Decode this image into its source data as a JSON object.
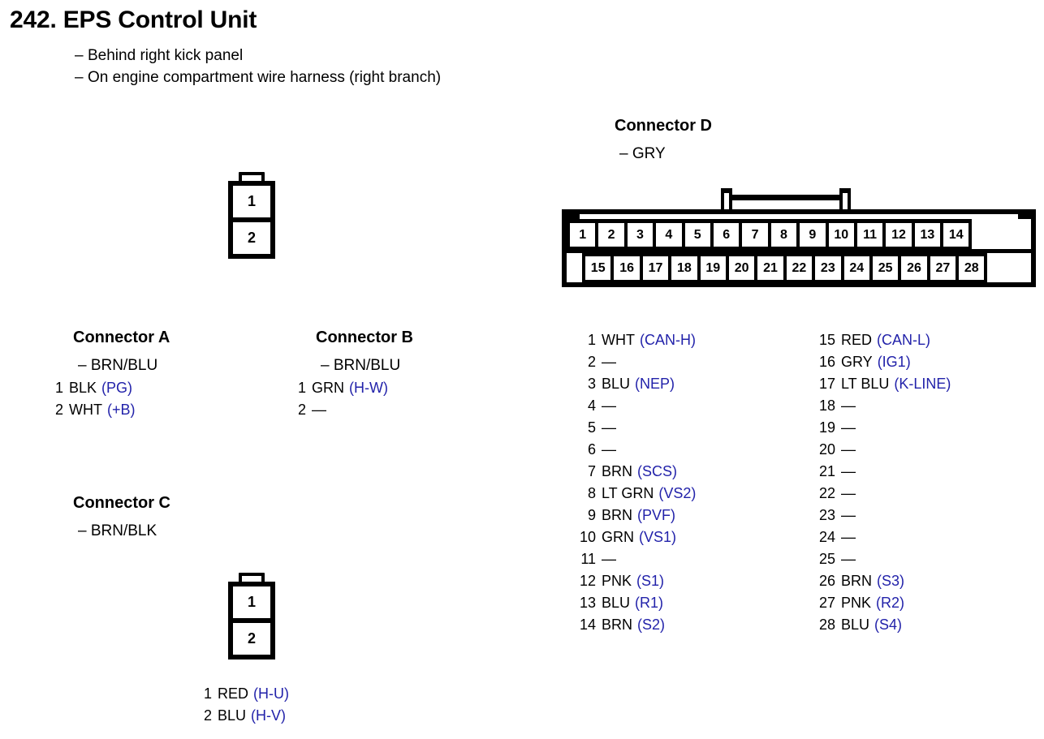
{
  "header": {
    "title": "242. EPS Control Unit",
    "notes": [
      "Behind right kick panel",
      "On engine compartment wire harness (right branch)"
    ]
  },
  "colors": {
    "signal": "#2222aa",
    "text": "#000000",
    "background": "#ffffff"
  },
  "connectors": {
    "a": {
      "heading": "Connector A",
      "color": "– BRN/BLU",
      "pins": [
        {
          "num": "1",
          "wire": "BLK",
          "signal": "(PG)"
        },
        {
          "num": "2",
          "wire": "WHT",
          "signal": "(+B)"
        }
      ]
    },
    "b": {
      "heading": "Connector B",
      "color": "– BRN/BLU",
      "pins": [
        {
          "num": "1",
          "wire": "GRN",
          "signal": "(H-W)"
        },
        {
          "num": "2",
          "wire": "—",
          "signal": ""
        }
      ]
    },
    "c": {
      "heading": "Connector C",
      "color": "– BRN/BLK",
      "pins": [
        {
          "num": "1",
          "wire": "RED",
          "signal": "(H-U)"
        },
        {
          "num": "2",
          "wire": "BLU",
          "signal": "(H-V)"
        }
      ]
    },
    "d": {
      "heading": "Connector D",
      "color": "– GRY",
      "top_row_cells": [
        "1",
        "2",
        "3",
        "4",
        "5",
        "6",
        "7",
        "8",
        "9",
        "10",
        "11",
        "12",
        "13",
        "14"
      ],
      "bottom_row_cells": [
        "15",
        "16",
        "17",
        "18",
        "19",
        "20",
        "21",
        "22",
        "23",
        "24",
        "25",
        "26",
        "27",
        "28"
      ],
      "pins_left": [
        {
          "num": "1",
          "wire": "WHT",
          "signal": "(CAN-H)"
        },
        {
          "num": "2",
          "wire": "—",
          "signal": ""
        },
        {
          "num": "3",
          "wire": "BLU",
          "signal": "(NEP)"
        },
        {
          "num": "4",
          "wire": "—",
          "signal": ""
        },
        {
          "num": "5",
          "wire": "—",
          "signal": ""
        },
        {
          "num": "6",
          "wire": "—",
          "signal": ""
        },
        {
          "num": "7",
          "wire": "BRN",
          "signal": "(SCS)"
        },
        {
          "num": "8",
          "wire": "LT GRN",
          "signal": "(VS2)"
        },
        {
          "num": "9",
          "wire": "BRN",
          "signal": "(PVF)"
        },
        {
          "num": "10",
          "wire": "GRN",
          "signal": "(VS1)"
        },
        {
          "num": "11",
          "wire": "—",
          "signal": ""
        },
        {
          "num": "12",
          "wire": "PNK",
          "signal": "(S1)"
        },
        {
          "num": "13",
          "wire": "BLU",
          "signal": "(R1)"
        },
        {
          "num": "14",
          "wire": "BRN",
          "signal": "(S2)"
        }
      ],
      "pins_right": [
        {
          "num": "15",
          "wire": "RED",
          "signal": "(CAN-L)"
        },
        {
          "num": "16",
          "wire": "GRY",
          "signal": "(IG1)"
        },
        {
          "num": "17",
          "wire": "LT BLU",
          "signal": "(K-LINE)"
        },
        {
          "num": "18",
          "wire": "—",
          "signal": ""
        },
        {
          "num": "19",
          "wire": "—",
          "signal": ""
        },
        {
          "num": "20",
          "wire": "—",
          "signal": ""
        },
        {
          "num": "21",
          "wire": "—",
          "signal": ""
        },
        {
          "num": "22",
          "wire": "—",
          "signal": ""
        },
        {
          "num": "23",
          "wire": "—",
          "signal": ""
        },
        {
          "num": "24",
          "wire": "—",
          "signal": ""
        },
        {
          "num": "25",
          "wire": "—",
          "signal": ""
        },
        {
          "num": "26",
          "wire": "BRN",
          "signal": "(S3)"
        },
        {
          "num": "27",
          "wire": "PNK",
          "signal": "(R2)"
        },
        {
          "num": "28",
          "wire": "BLU",
          "signal": "(S4)"
        }
      ]
    }
  },
  "symbols": {
    "ab_connector_cells": [
      "1",
      "2"
    ],
    "c_connector_cells": [
      "1",
      "2"
    ]
  }
}
